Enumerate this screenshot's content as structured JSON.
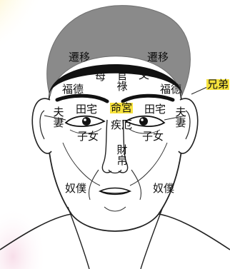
{
  "labels": {
    "qianyi_left": "遷移",
    "qianyi_right": "遷移",
    "mu": "母",
    "fu_father": "父",
    "guanlu": "官祿",
    "fude_left": "福德",
    "fude_right": "福德",
    "xiongdi": "兄弟",
    "minggong": "命宮",
    "tianzhai_left": "田宅",
    "tianzhai_right": "田宅",
    "fuqi_left": "夫妻",
    "fuqi_right": "夫妻",
    "jie": "疾厄",
    "zinu_left": "子女",
    "zinu_right": "子女",
    "caibo": "財帛",
    "nupu_left": "奴僕",
    "nupu_right": "奴僕"
  },
  "colors": {
    "highlight": "#f7e23c",
    "hair": "#8a8a8a",
    "line": "#222222",
    "glow": "#fbe98a"
  }
}
